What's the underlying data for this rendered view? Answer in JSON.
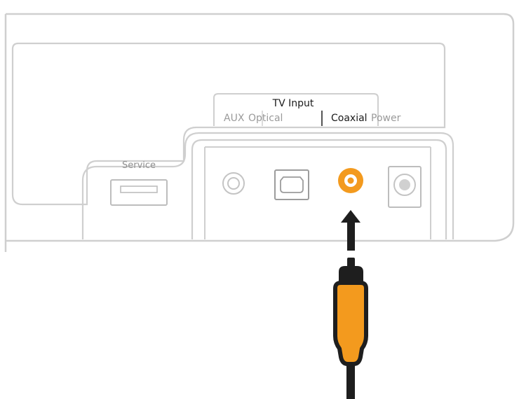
{
  "diagram": {
    "tv_input_label": "TV Input",
    "labels": {
      "aux": "AUX",
      "optical": "Optical",
      "coaxial": "Coaxial",
      "power": "Power",
      "service": "Service"
    },
    "highlighted_port": "Coaxial",
    "colors": {
      "outline": "#cfcfcf",
      "accent": "#f39a1e",
      "cable_dark": "#1e1e1e",
      "text_dark": "#1a1a1a",
      "text_light": "#9a9a9a"
    },
    "icons": {
      "arrow": "arrow-up-icon",
      "cable": "rca-cable-icon"
    }
  }
}
